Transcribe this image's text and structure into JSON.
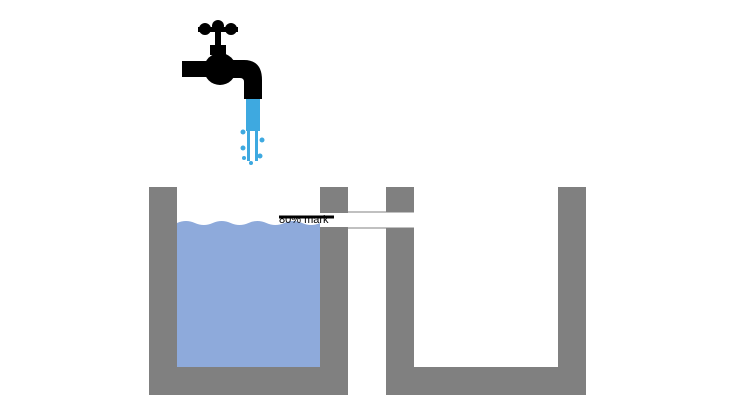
{
  "scene": {
    "fill_mark_label": "80% mark",
    "fill_mark_fraction": 0.8,
    "left_tank_fill_fraction": 0.8,
    "right_tank_fill_fraction": 0
  },
  "colors": {
    "tank_wall": "#808080",
    "water": "#8eaadb",
    "stream": "#3ea9e0",
    "faucet": "#000000",
    "mark_line": "#000000",
    "background": "#ffffff"
  },
  "icons": {
    "faucet": "faucet-icon",
    "stream": "water-stream-icon"
  }
}
